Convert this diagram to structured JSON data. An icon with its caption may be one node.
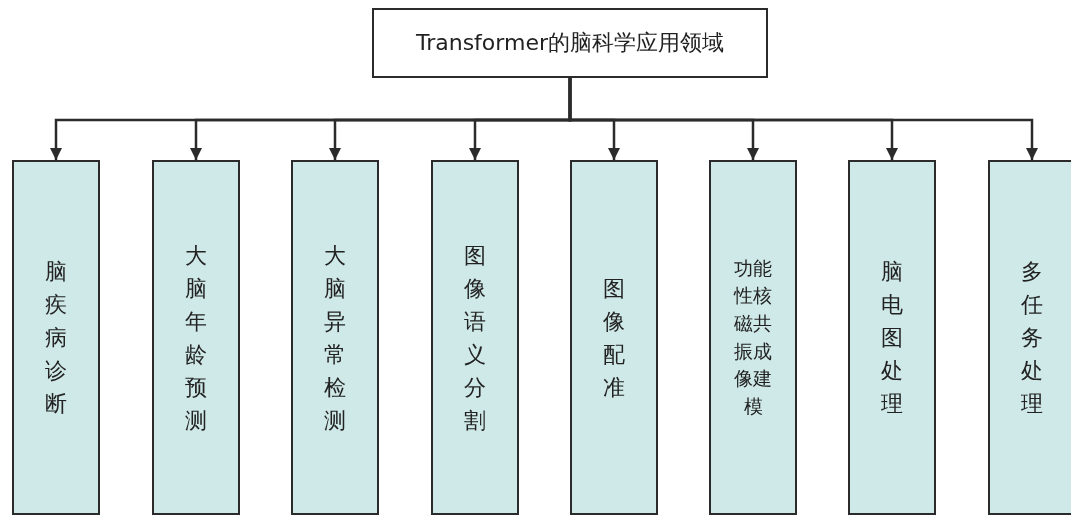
{
  "diagram": {
    "nodes": [
      {
        "text": [
          "Transformer的脑科学应用领域"
        ]
      },
      {
        "text": [
          "脑疾病诊断"
        ]
      },
      {
        "text": [
          "大脑年龄预测"
        ]
      },
      {
        "text": [
          "大脑异常检测"
        ]
      },
      {
        "text": [
          "图像语义分割"
        ]
      },
      {
        "text": [
          "图像配准"
        ]
      },
      {
        "text": [
          "功能性核磁共振成像建模"
        ]
      },
      {
        "text": [
          "脑电图处理"
        ]
      },
      {
        "text": [
          "多任务处理"
        ]
      }
    ],
    "edges": [
      {
        "from": 0,
        "to": 1,
        "arrow": "to"
      },
      {
        "from": 0,
        "to": 2,
        "arrow": "to"
      },
      {
        "from": 0,
        "to": 3,
        "arrow": "to"
      },
      {
        "from": 0,
        "to": 4,
        "arrow": "to"
      },
      {
        "from": 0,
        "to": 5,
        "arrow": "to"
      },
      {
        "from": 0,
        "to": 6,
        "arrow": "to"
      },
      {
        "from": 0,
        "to": 7,
        "arrow": "to"
      },
      {
        "from": 0,
        "to": 8,
        "arrow": "to"
      }
    ]
  }
}
